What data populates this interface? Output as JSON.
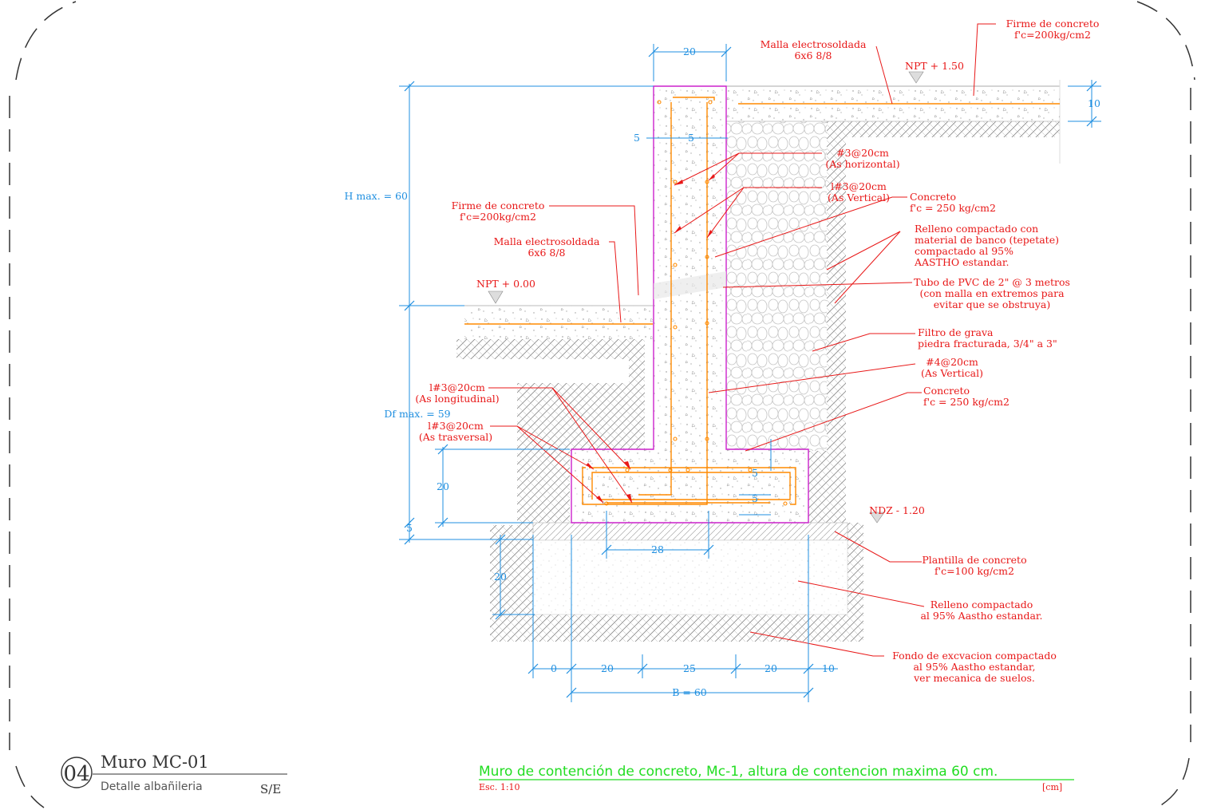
{
  "annotations": {
    "malla_top": [
      "Malla electrosoldada",
      "6x6 8/8"
    ],
    "firme_top": [
      "Firme de concreto",
      "f'c=200kg/cm2"
    ],
    "npt_top": "NPT + 1.50",
    "as_horizontal": [
      "#3@20cm",
      "(As horizontal)"
    ],
    "as_vertical_3": [
      "l#3@20cm",
      "(As Vertical)"
    ],
    "concreto_top": [
      "Concreto",
      "f'c = 250 kg/cm2"
    ],
    "relleno_tepetate": [
      "Relleno compactado con",
      "material de banco (tepetate)",
      "compactado al 95%",
      "AASTHO estandar."
    ],
    "tubo_pvc": [
      "Tubo de PVC de 2\" @ 3 metros",
      "(con malla en extremos para",
      "evitar que se obstruya)"
    ],
    "filtro": [
      "Filtro de grava",
      "piedra fracturada, 3/4\" a 3\""
    ],
    "as_vertical_4": [
      "#4@20cm",
      "(As Vertical)"
    ],
    "concreto_base": [
      "Concreto",
      "f'c = 250 kg/cm2"
    ],
    "firme_left": [
      "Firme de concreto",
      "f'c=200kg/cm2"
    ],
    "malla_left": [
      "Malla electrosoldada",
      "6x6 8/8"
    ],
    "npt_left": "NPT + 0.00",
    "as_longitudinal": [
      "l#3@20cm",
      "(As longitudinal)"
    ],
    "as_trasversal": [
      "l#3@20cm",
      "(As trasversal)"
    ],
    "ndz": "NDZ - 1.20",
    "plantilla": [
      "Plantilla de concreto",
      "f'c=100 kg/cm2"
    ],
    "relleno_95": [
      "Relleno compactado",
      "al 95% Aastho estandar."
    ],
    "fondo": [
      "Fondo de excvacion compactado",
      "al 95% Aastho estandar,",
      "ver mecanica de suelos."
    ]
  },
  "dimensions": {
    "wall_width": "20",
    "top_slab": "10",
    "cover_left": "5",
    "cover_right": "5",
    "h_max": "H max. = 60",
    "df_max": "Df max. = 59",
    "footing_height": "20",
    "plantilla_h": "5",
    "relleno_h": "20",
    "cover_base_top": "5",
    "cover_base_bottom": "5",
    "bar_spacing": "28",
    "bottom_0": "0",
    "bottom_20a": "20",
    "bottom_25": "25",
    "bottom_20b": "20",
    "bottom_10": "10",
    "base_width": "B = 60"
  },
  "title_block": {
    "number": "04",
    "name": "Muro MC-01",
    "subtitle": "Detalle albañileria",
    "scale": "S/E"
  },
  "caption": {
    "text": "Muro de contención de concreto, Mc-1, altura de contencion maxima 60 cm.",
    "scale": "Esc.  1:10",
    "units": "[cm]"
  },
  "colors": {
    "annotation": "#e81818",
    "dimension": "#1f8fe0",
    "rebar": "#ff8a00",
    "outline": "#cc22cc",
    "caption": "#22dd22"
  }
}
